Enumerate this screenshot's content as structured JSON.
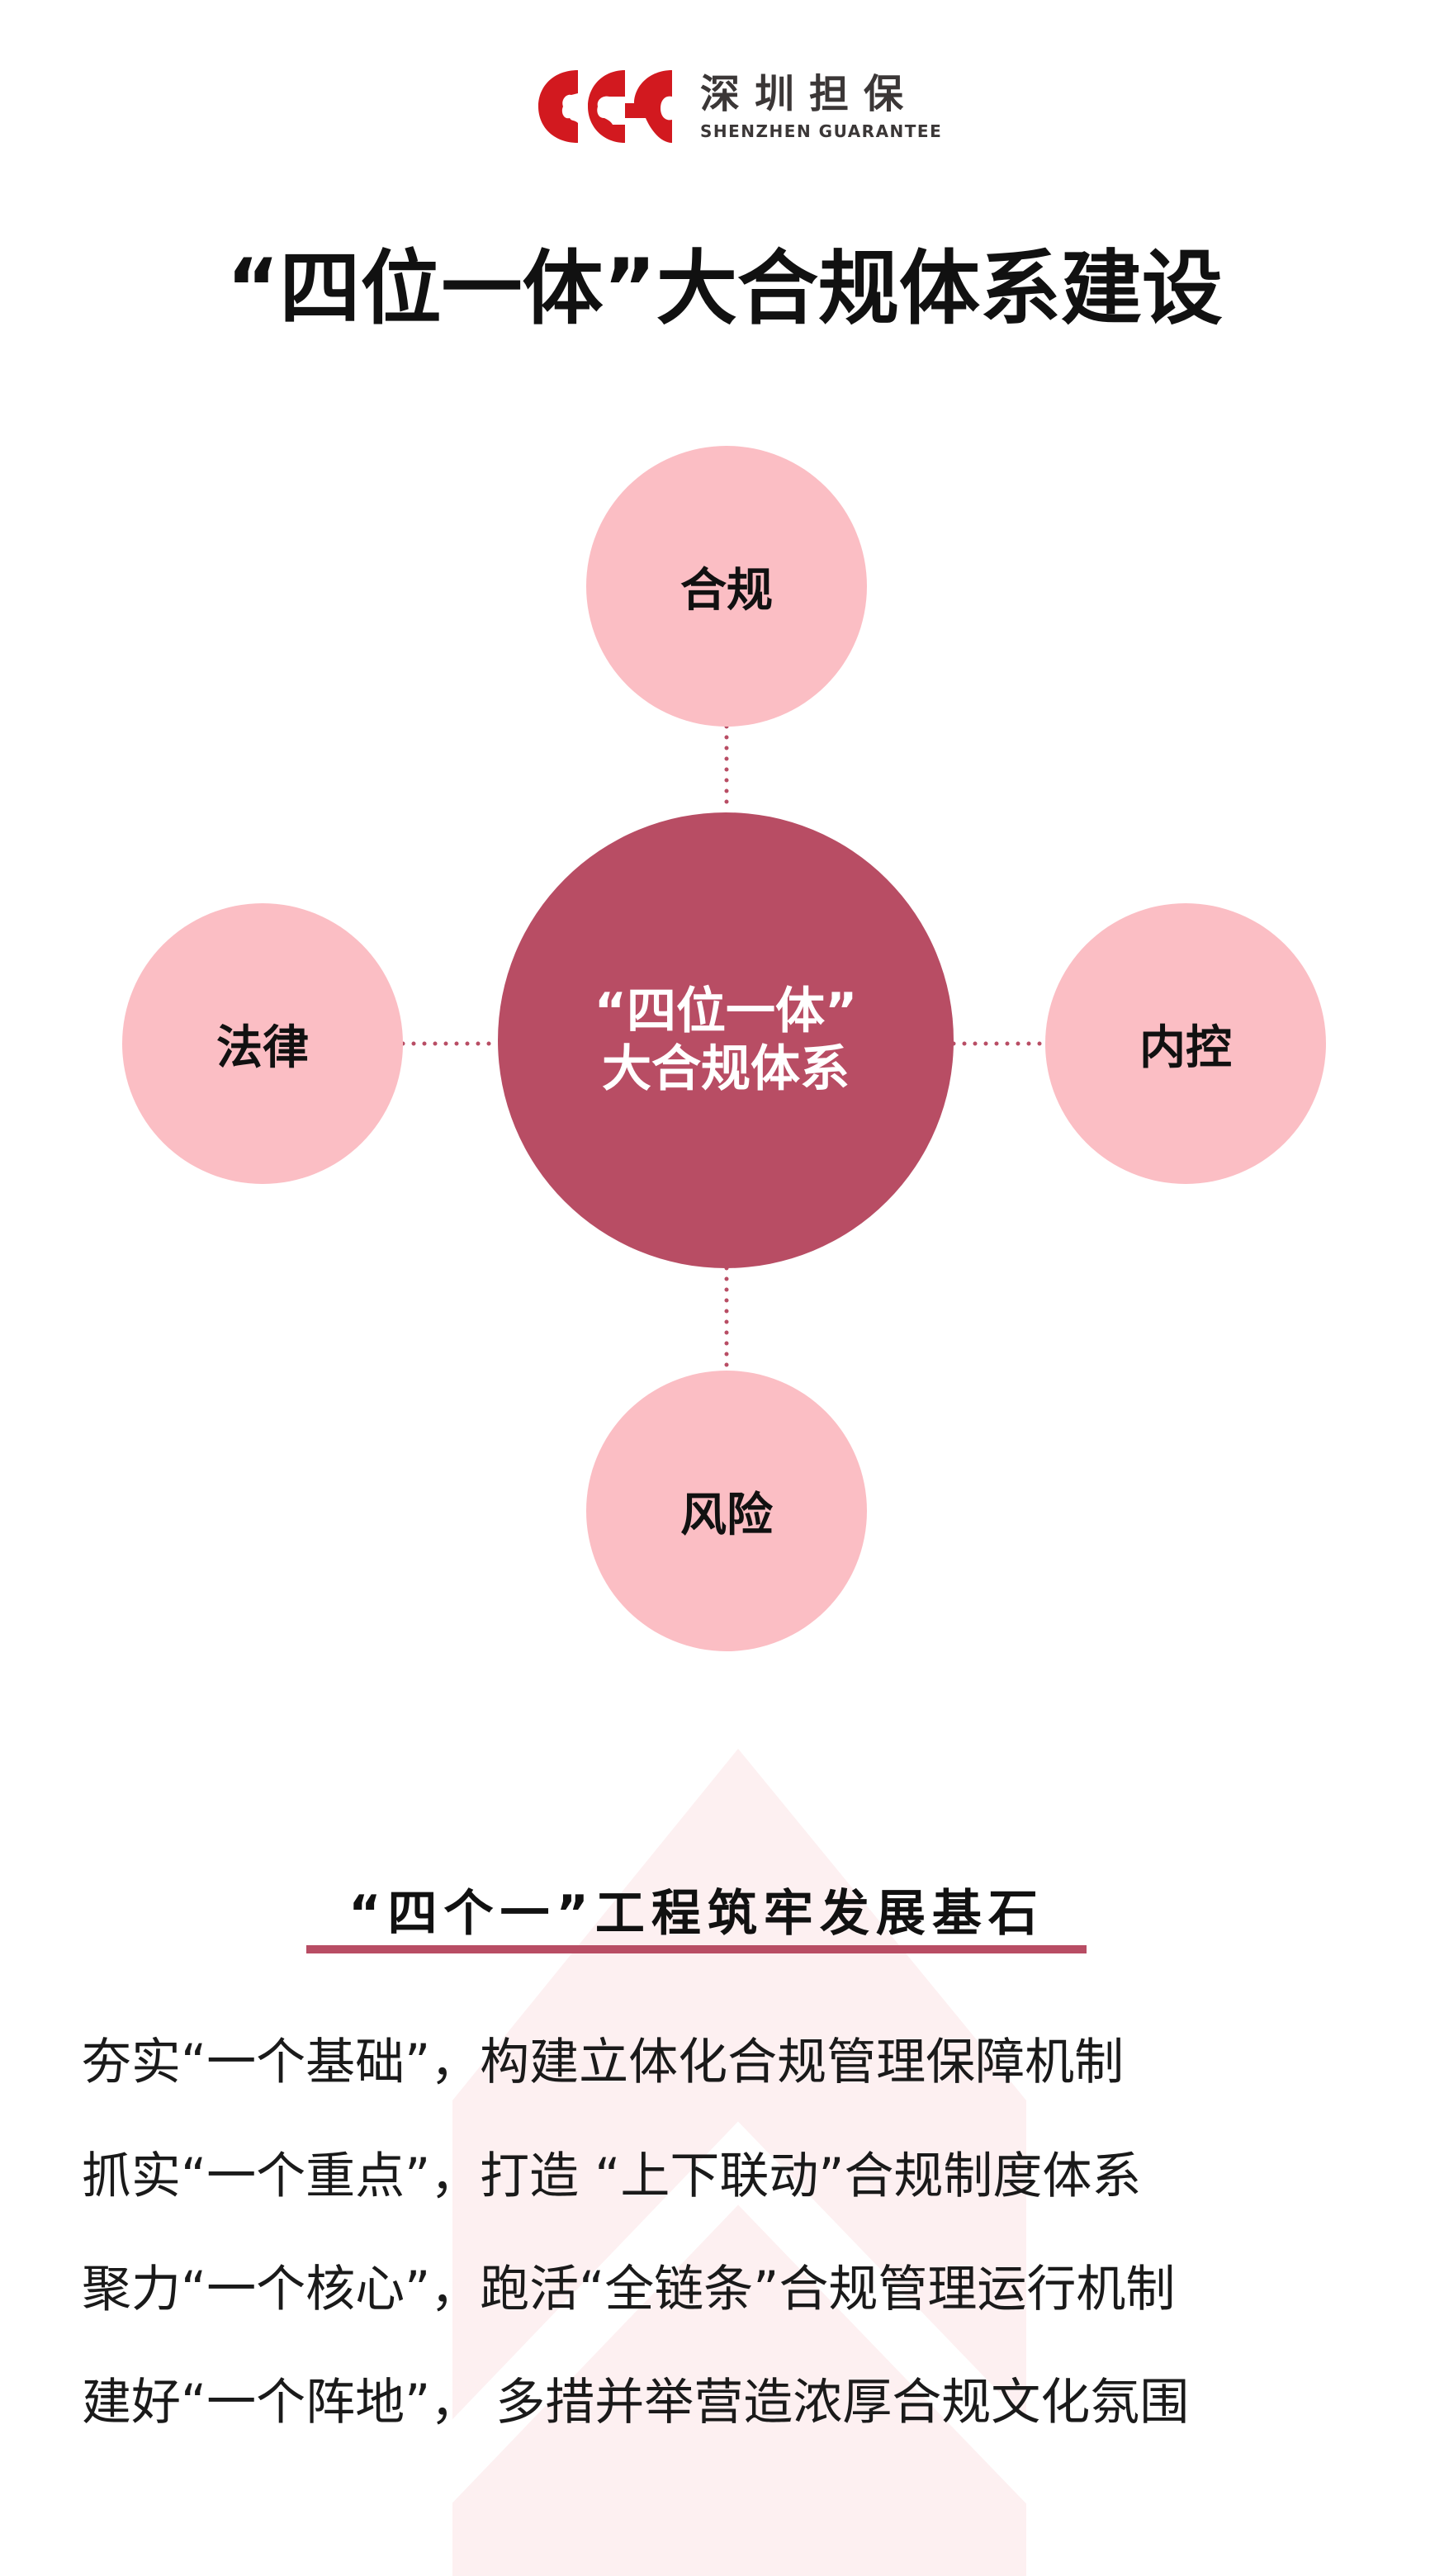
{
  "logo": {
    "name_cn": "深圳担保",
    "name_en": "SHENZHEN GUARANTEE"
  },
  "title": "“四位一体”大合规体系建设",
  "diagram": {
    "center": {
      "line1": "“四位一体”",
      "line2": "大合规体系"
    },
    "nodes": {
      "top": "合规",
      "left": "法律",
      "right": "内控",
      "bottom": "风险"
    }
  },
  "section": {
    "title": "“四个一”工程筑牢发展基石",
    "items": [
      "夯实“一个基础”，构建立体化合规管理保障机制",
      "抓实“一个重点”，打造 “上下联动”合规制度体系",
      "聚力“一个核心”，跑活“全链条”合规管理运行机制",
      "建好“一个阵地”， 多措并举营造浓厚合规文化氛围"
    ]
  },
  "colors": {
    "brand_red": "#d2191f",
    "accent": "#b84d64",
    "node_pink": "#fbbec4",
    "bg_pink": "#fdf0f1"
  }
}
